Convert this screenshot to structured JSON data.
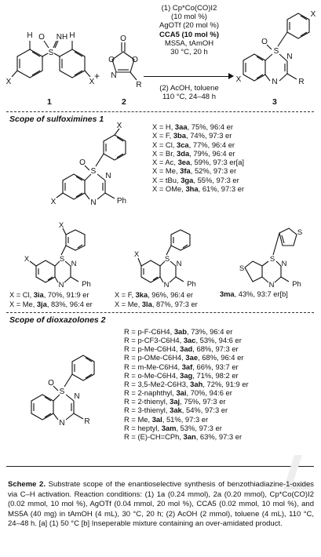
{
  "scheme": {
    "conditions": [
      "(1) Cp*Co(CO)I2",
      "(10 mol %)",
      "AgOTf (20 mol %)",
      "CCA5 (10 mol %)",
      "MS5A, tAmOH",
      "30 °C, 20 h"
    ],
    "conditions2": [
      "(2) AcOH, toluene",
      "110 °C, 24–48 h"
    ],
    "compound_labels": [
      "1",
      "2",
      "3"
    ],
    "plus": "+"
  },
  "section1": {
    "heading": "Scope of sulfoximines 1",
    "rows": [
      {
        "pre": "X = H, ",
        "id": "3aa",
        "post": ", 75%, 96:4 er"
      },
      {
        "pre": "X = F, ",
        "id": "3ba",
        "post": ", 74%, 97:3 er"
      },
      {
        "pre": "X = Cl, ",
        "id": "3ca",
        "post": ", 77%, 96:4 er"
      },
      {
        "pre": "X = Br, ",
        "id": "3da",
        "post": ", 79%, 96:4 er"
      },
      {
        "pre": "X = Ac, ",
        "id": "3ea",
        "post": ", 59%, 97:3 er[a]"
      },
      {
        "pre": "X = Me, ",
        "id": "3fa",
        "post": ", 52%, 97:3 er"
      },
      {
        "pre": "X = tBu, ",
        "id": "3ga",
        "post": ", 55%, 97:3 er"
      },
      {
        "pre": "X = OMe, ",
        "id": "3ha",
        "post": ", 61%, 97:3 er"
      }
    ],
    "row2": [
      {
        "pre": "X = Cl, ",
        "id": "3ia",
        "post": ", 70%, 91:9 er"
      },
      {
        "pre": "X = Me, ",
        "id": "3ja",
        "post": ", 83%, 96:4 er"
      },
      {
        "pre": "X = F, ",
        "id": "3ka",
        "post": ", 96%, 96:4 er"
      },
      {
        "pre": "X = Me, ",
        "id": "3la",
        "post": ", 87%, 97:3 er"
      }
    ],
    "ma": {
      "id": "3ma",
      "post": ", 43%, 93:7 er[b]"
    }
  },
  "section2": {
    "heading": "Scope of dioxazolones 2",
    "rows": [
      {
        "pre": "R = p-F-C6H4, ",
        "id": "3ab",
        "post": ", 73%, 96:4 er"
      },
      {
        "pre": "R = p-CF3-C6H4, ",
        "id": "3ac",
        "post": ", 53%, 94:6 er"
      },
      {
        "pre": "R = p-Me-C6H4, ",
        "id": "3ad",
        "post": ", 68%, 97:3 er"
      },
      {
        "pre": "R = p-OMe-C6H4, ",
        "id": "3ae",
        "post": ", 68%, 96:4 er"
      },
      {
        "pre": "R = m-Me-C6H4, ",
        "id": "3af",
        "post": ", 66%, 93:7 er"
      },
      {
        "pre": "R = o-Me-C6H4, ",
        "id": "3ag",
        "post": ", 71%, 98:2 er"
      },
      {
        "pre": "R = 3,5-Me2-C6H3, ",
        "id": "3ah",
        "post": ", 72%, 91:9 er"
      },
      {
        "pre": "R = 2-naphthyl, ",
        "id": "3ai",
        "post": ", 70%, 94:6 er"
      },
      {
        "pre": "R = 2-thienyl, ",
        "id": "3aj",
        "post": ", 75%, 97:3 er"
      },
      {
        "pre": "R = 3-thienyl, ",
        "id": "3ak",
        "post": ", 54%, 97:3 er"
      },
      {
        "pre": "R = Me, ",
        "id": "3al",
        "post": ", 51%, 97:3 er"
      },
      {
        "pre": "R = heptyl, ",
        "id": "3am",
        "post": ", 53%, 97:3 er"
      },
      {
        "pre": "R = (E)-CH=CPh, ",
        "id": "3an",
        "post": ", 63%, 97:3 er"
      }
    ]
  },
  "caption": {
    "label": "Scheme 2.",
    "text": " Substrate scope of the enantioselective synthesis of benzothiadiazine-1-oxides via C–H activation. Reaction conditions: (1) 1a (0.24 mmol), 2a (0.20 mmol), Cp*Co(CO)I2 (0.02 mmol, 10 mol %), AgOTf (0.04 mmol, 20 mol %), CCA5 (0.02 mmol, 10 mol %), and MS5A (40 mg) in tAmOH (4 mL), 30 °C, 20 h; (2) AcOH (2 mmol), toluene (4 mL), 110 °C, 24–48 h. [a] (1) 50 °C [b] Inseperable mixture containing an over-amidated product."
  },
  "atoms": {
    "S": "S",
    "O": "O",
    "N": "N",
    "NH": "NH",
    "H": "H",
    "X": "X",
    "R": "R",
    "Ph": "Ph"
  }
}
